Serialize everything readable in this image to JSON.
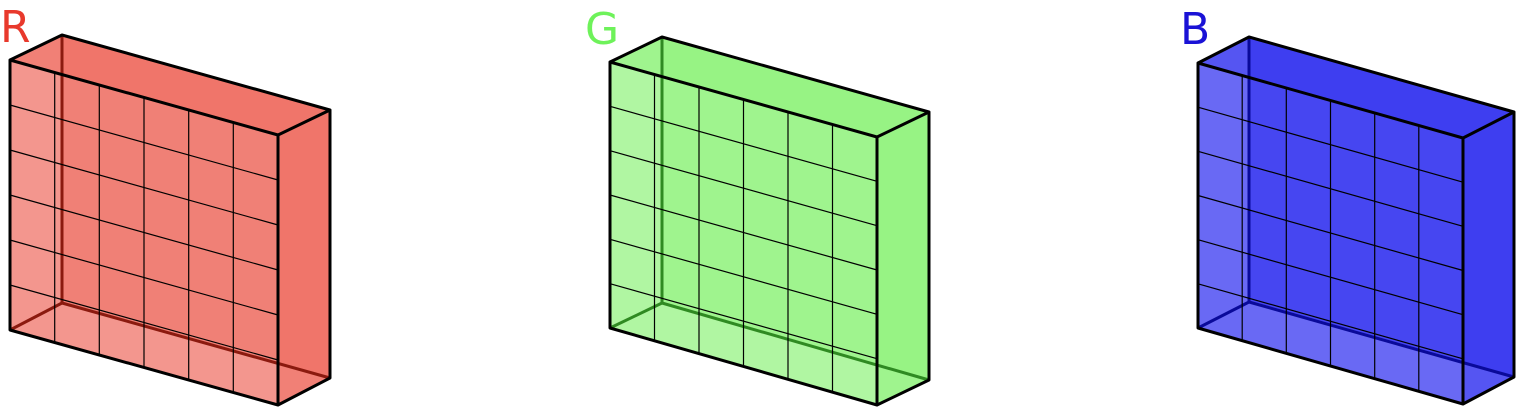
{
  "channels": [
    {
      "label": "R",
      "label_color": "#e8392c",
      "fill": "#ee6a5e",
      "edge": "#8b1a0f"
    },
    {
      "label": "G",
      "label_color": "#6ef25a",
      "fill": "#8ef27a",
      "edge": "#2f8a22"
    },
    {
      "label": "B",
      "label_color": "#1a12d6",
      "fill": "#2a2aef",
      "edge": "#0a0a9a"
    }
  ],
  "grid": {
    "rows": 6,
    "cols": 6
  }
}
